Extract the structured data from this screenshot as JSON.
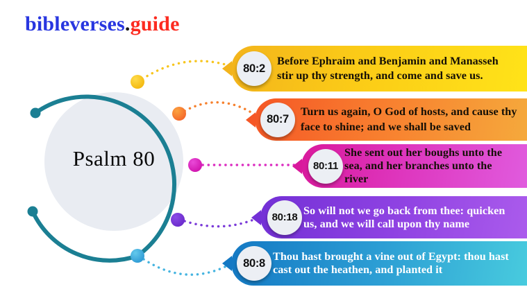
{
  "logo": {
    "primary": "bibleverses",
    "dot": ".",
    "secondary": "guide",
    "primary_color": "#2836E0",
    "secondary_color": "#FC2B20"
  },
  "hub": {
    "label": "Psalm 80",
    "ring_color": "#1B7F93",
    "inner_circle_color": "#E9ECF2"
  },
  "cards": [
    {
      "badge": "80:2",
      "text": "Before Ephraim and Benjamin and Manasseh stir up thy strength, and come and save us.",
      "dot_color": "#F7C51E",
      "gradient_from": "#F3B41C",
      "gradient_to": "#FFE318",
      "text_color": "#140F06"
    },
    {
      "badge": "80:7",
      "text": "Turn us again, O God of hosts, and cause thy face to shine; and we shall be saved",
      "dot_color": "#F6802D",
      "gradient_from": "#F55726",
      "gradient_to": "#F5A93C",
      "text_color": "#140F06"
    },
    {
      "badge": "80:11",
      "text": "She sent out her boughs unto the sea, and her branches unto the river",
      "dot_color": "#DB2CC0",
      "gradient_from": "#D9199C",
      "gradient_to": "#E05BDE",
      "text_color": "#140F06"
    },
    {
      "badge": "80:18",
      "text": "So will not we go back from thee: quicken us, and we will call upon thy name",
      "dot_color": "#7A3AD8",
      "gradient_from": "#7330D6",
      "gradient_to": "#AB5BEC",
      "text_color": "#FFFFFF"
    },
    {
      "badge": "80:8",
      "text": "Thou hast brought a vine out of Egypt: thou hast cast out the heathen, and planted it",
      "dot_color": "#45B4E0",
      "gradient_from": "#1479C4",
      "gradient_to": "#48CBDE",
      "text_color": "#FFFFFF"
    }
  ]
}
